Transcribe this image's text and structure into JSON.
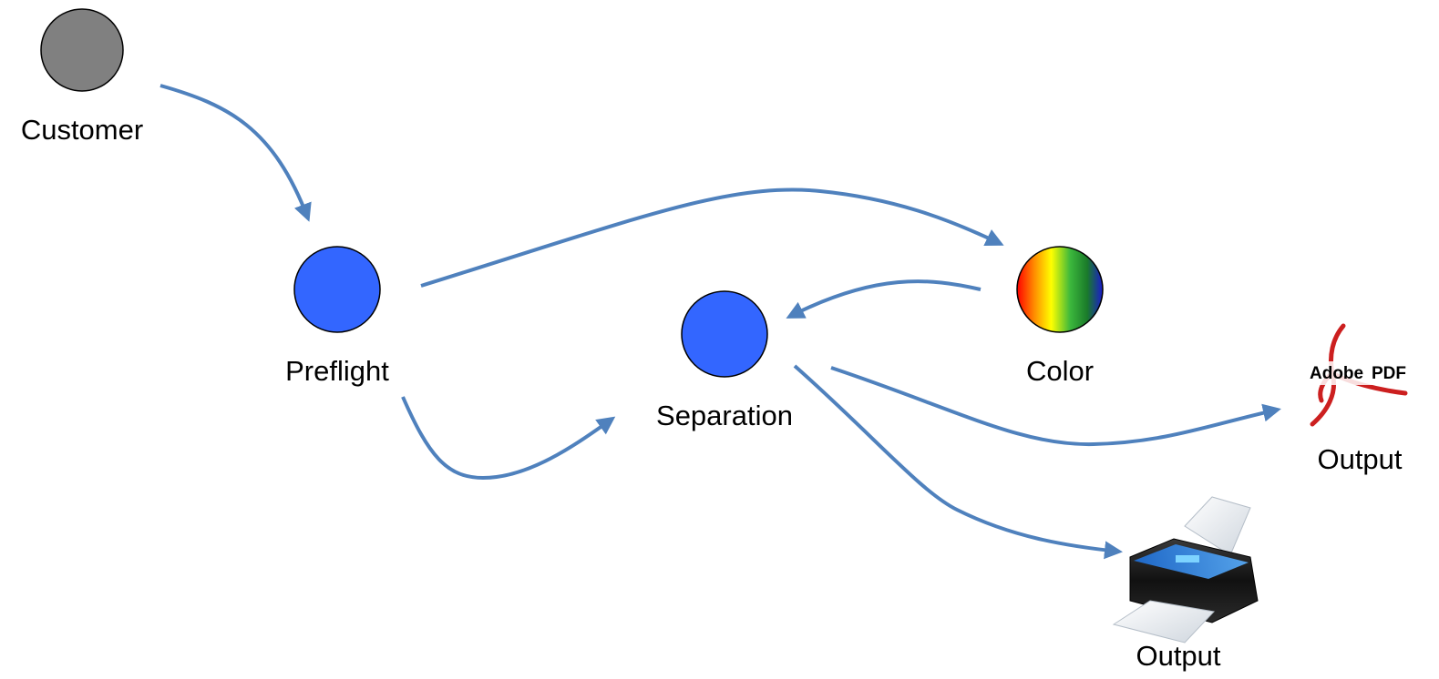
{
  "colors": {
    "arrow": "#4f81bd",
    "customer_fill": "#808080",
    "process_fill": "#3366ff",
    "pdf_red": "#cc1f1f",
    "outline": "#000000"
  },
  "nodes": {
    "customer": {
      "label": "Customer",
      "icon": "customer-circle"
    },
    "preflight": {
      "label": "Preflight",
      "icon": "process-circle"
    },
    "separation": {
      "label": "Separation",
      "icon": "process-circle"
    },
    "color": {
      "label": "Color",
      "icon": "spectrum-circle"
    },
    "pdf_output": {
      "label": "Output",
      "icon": "adobe-pdf-icon",
      "logo_text_left": "Adobe",
      "logo_text_right": "PDF"
    },
    "print_output": {
      "label": "Output",
      "icon": "printer-icon"
    }
  },
  "edges": [
    {
      "from": "Customer",
      "to": "Preflight"
    },
    {
      "from": "Preflight",
      "to": "Color"
    },
    {
      "from": "Preflight",
      "to": "Separation"
    },
    {
      "from": "Color",
      "to": "Separation"
    },
    {
      "from": "Separation",
      "to": "Output (PDF)"
    },
    {
      "from": "Separation",
      "to": "Output (Printer)"
    }
  ]
}
